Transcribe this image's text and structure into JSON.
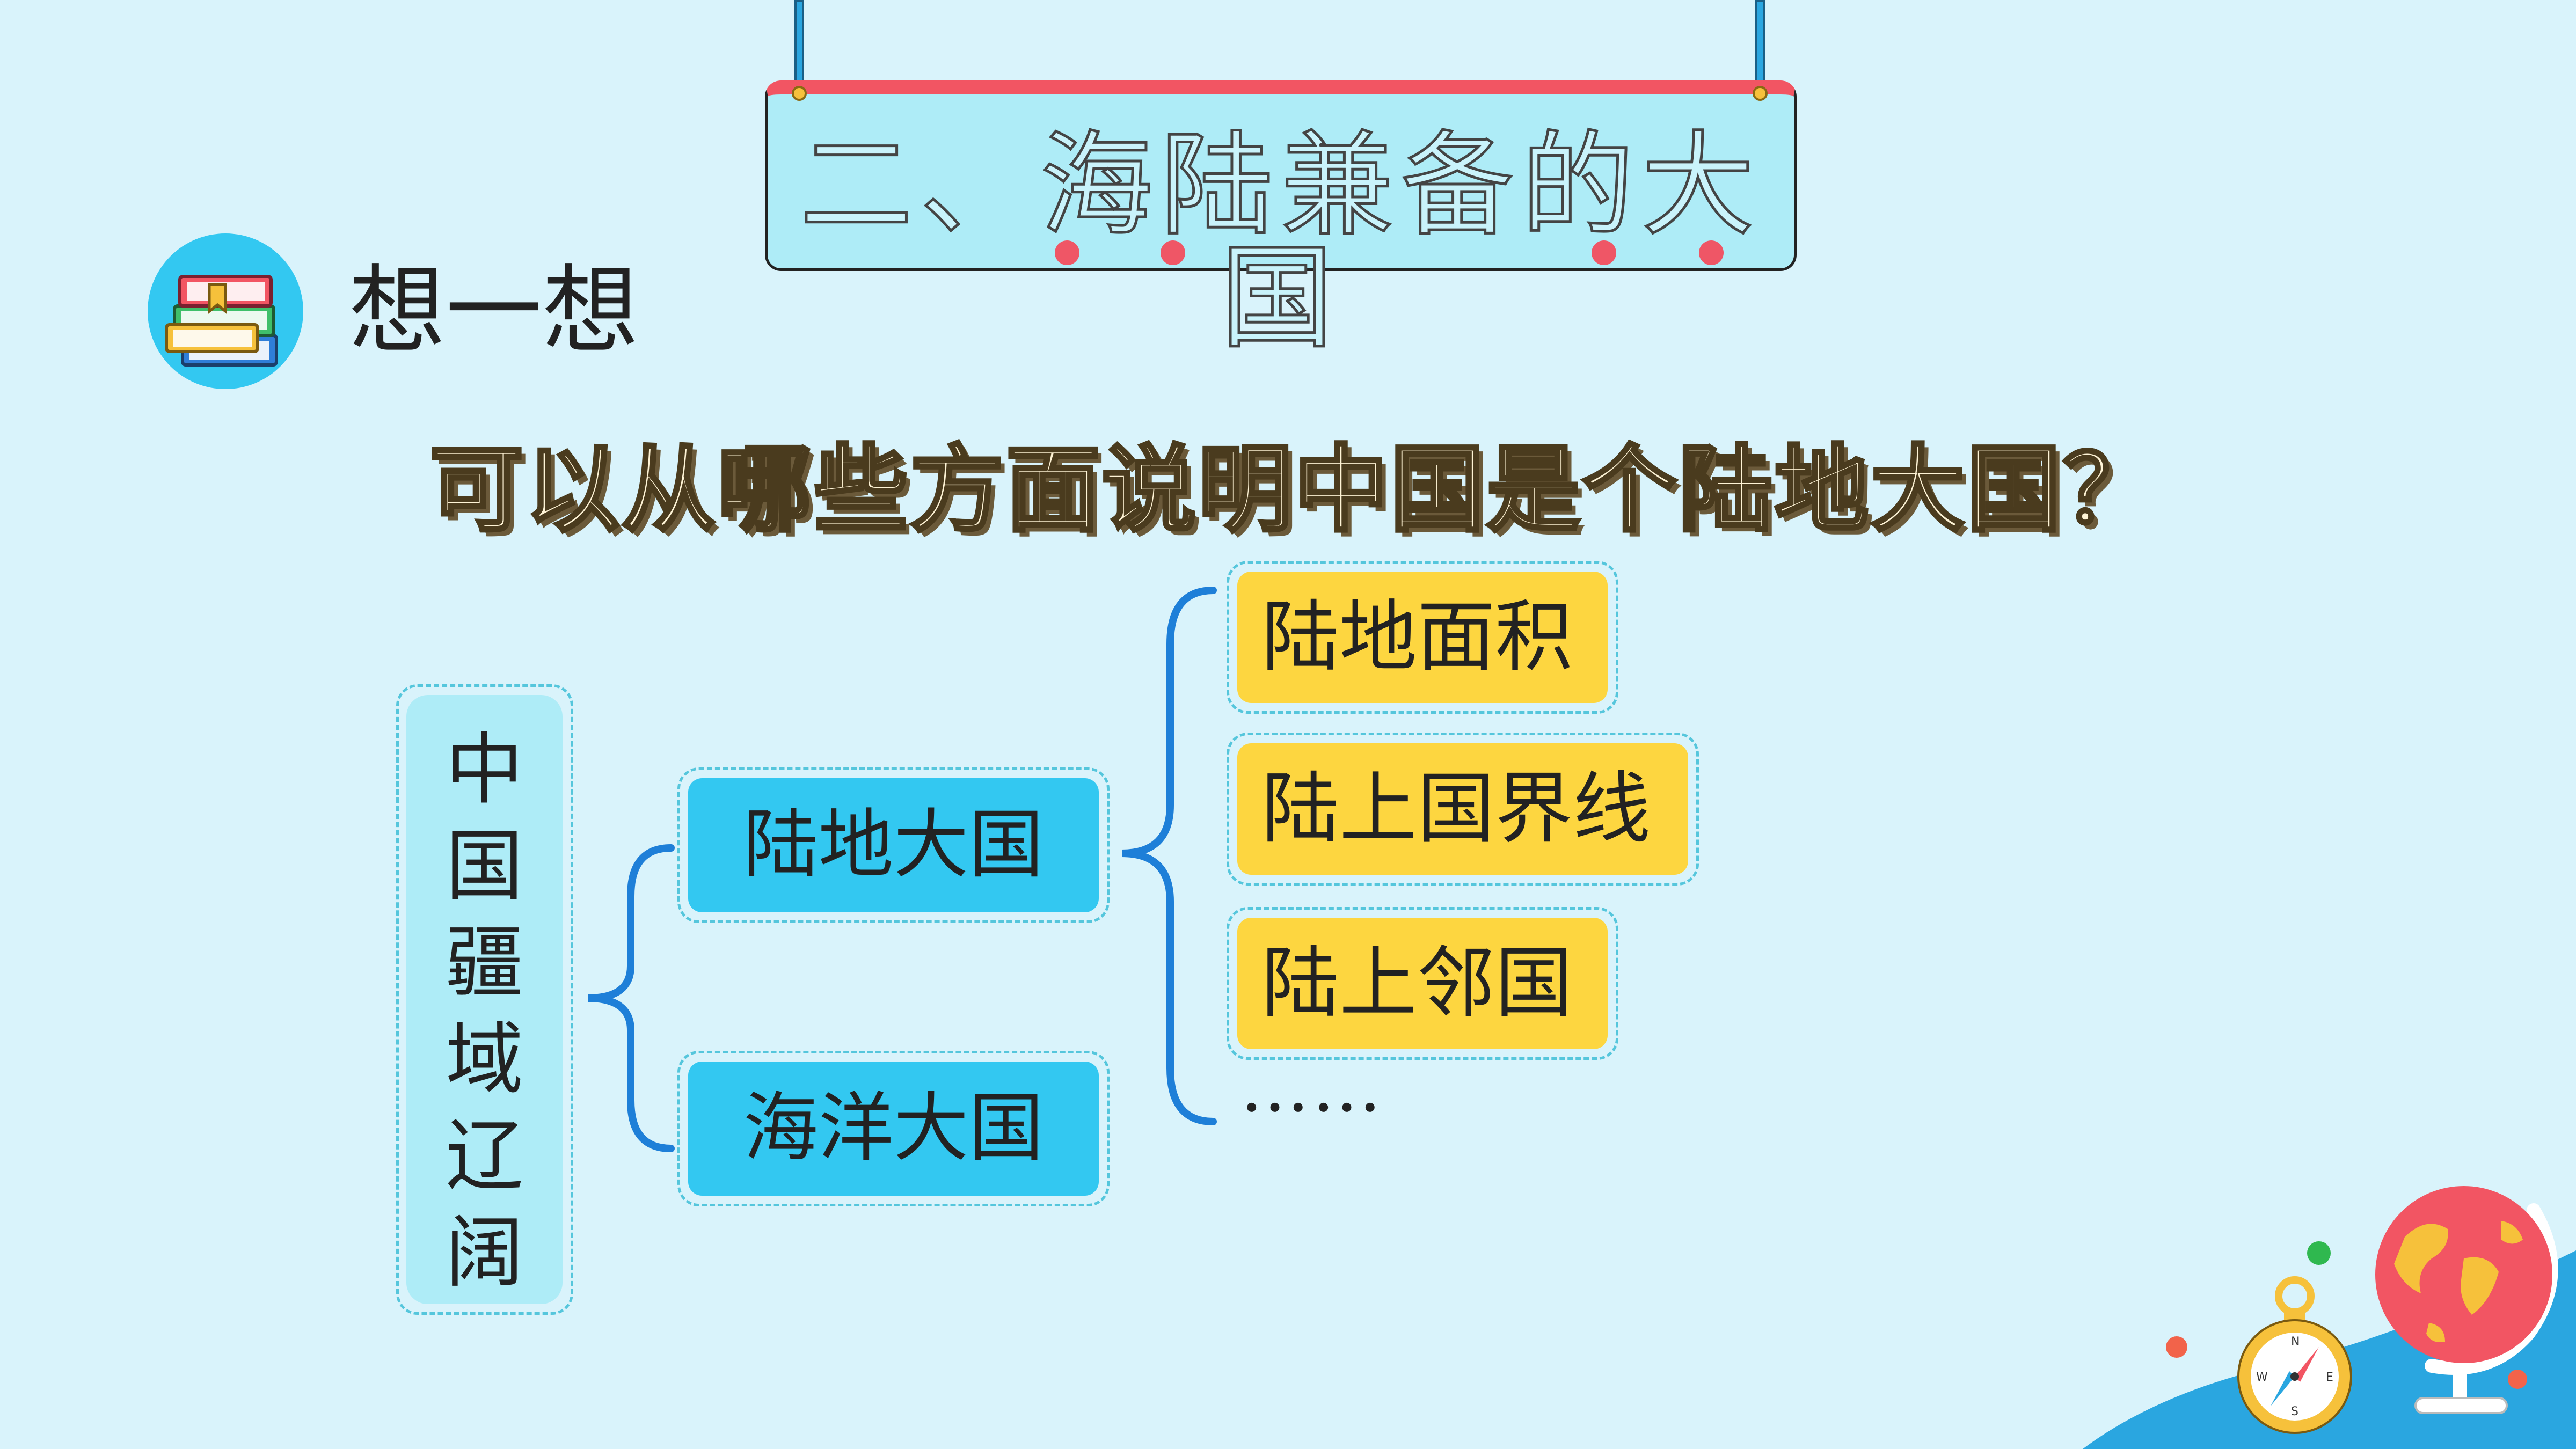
{
  "slide": {
    "section_title": "二、海陆兼备的大国",
    "think_label": "想一想",
    "question": "可以从哪些方面说明中国是个陆地大国？"
  },
  "diagram": {
    "root": [
      "中",
      "国",
      "疆",
      "域",
      "辽",
      "阔"
    ],
    "branches": [
      "陆地大国",
      "海洋大国"
    ],
    "land_aspects": [
      "陆地面积",
      "陆上国界线",
      "陆上邻国"
    ],
    "more": "……"
  },
  "colors": {
    "background": "#d9f3fb",
    "blue_box": "#33c8f1",
    "yellow_box": "#fdd640",
    "brace": "#1e7fd8",
    "sign_top": "#f25563"
  },
  "icons": [
    "books-icon",
    "compass-icon",
    "globe-icon"
  ]
}
